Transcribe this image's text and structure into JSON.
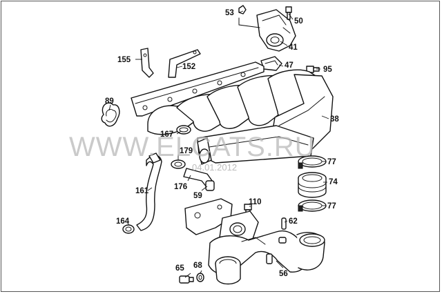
{
  "watermark": {
    "site": "WWW.ELCATS.RU",
    "date": "04.01.2012"
  },
  "callouts": {
    "c53": "53",
    "c50": "50",
    "c41": "41",
    "c47": "47",
    "c95": "95",
    "c155": "155",
    "c152": "152",
    "c89": "89",
    "c38": "38",
    "c167": "167",
    "c179": "179",
    "c176": "176",
    "c59": "59",
    "c77a": "77",
    "c74": "74",
    "c77b": "77",
    "c161": "161",
    "c110": "110",
    "c62": "62",
    "c164": "164",
    "c65": "65",
    "c68": "68",
    "c56": "56"
  }
}
